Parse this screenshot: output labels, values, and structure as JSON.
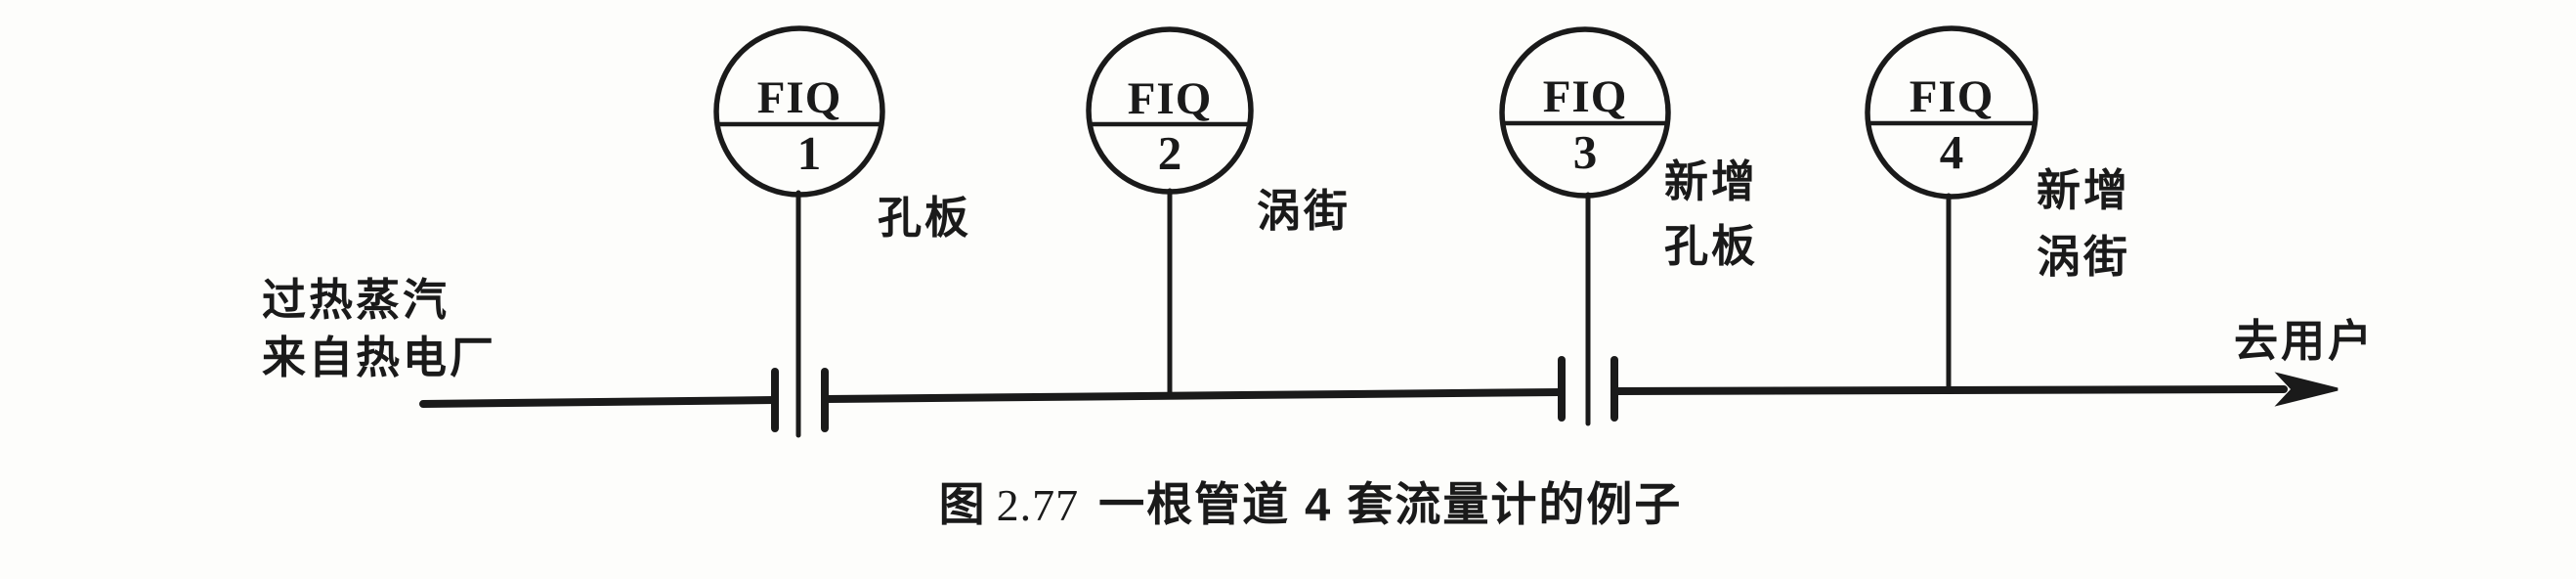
{
  "colors": {
    "ink": "#1a1a1a",
    "paper": "#fdfdfb"
  },
  "diagram": {
    "source": {
      "line1": "过热蒸汽",
      "line2": "来自热电厂"
    },
    "destination": "去用户",
    "instruments": [
      {
        "tag": "FIQ",
        "number": "1",
        "label_lines": [
          "孔板"
        ]
      },
      {
        "tag": "FIQ",
        "number": "2",
        "label_lines": [
          "涡街"
        ]
      },
      {
        "tag": "FIQ",
        "number": "3",
        "label_lines": [
          "新增",
          "孔板"
        ]
      },
      {
        "tag": "FIQ",
        "number": "4",
        "label_lines": [
          "新增",
          "涡街"
        ]
      }
    ],
    "caption": {
      "figure_label": "图",
      "figure_number": "2.77",
      "title": "一根管道 4 套流量计的例子"
    }
  }
}
